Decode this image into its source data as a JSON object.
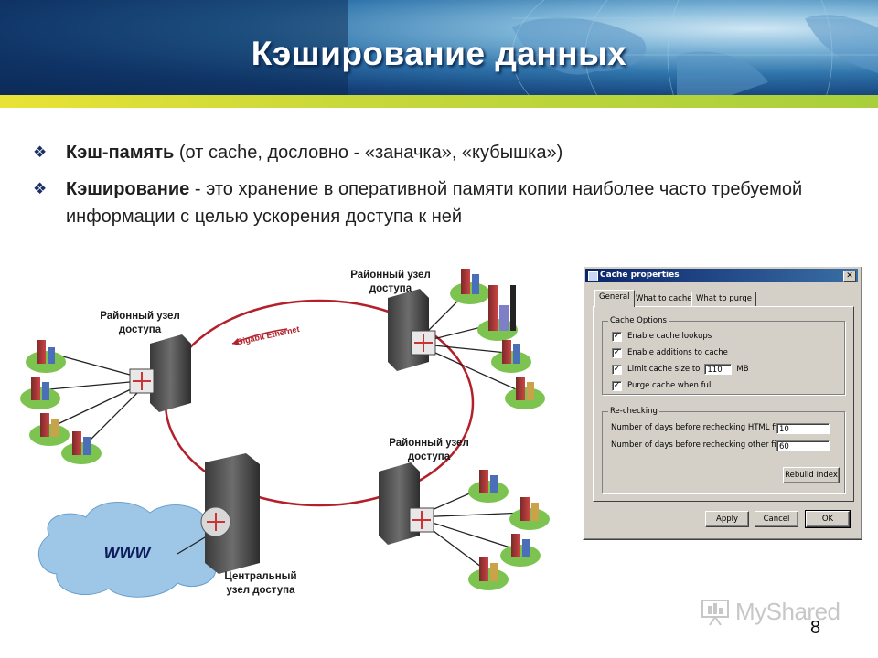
{
  "slide": {
    "title": "Кэширование данных",
    "page_number": "8",
    "watermark": "MyShared"
  },
  "bullets": [
    {
      "term": "Кэш-память",
      "text": " (от cache, дословно - «заначка», «кубышка»)"
    },
    {
      "term": "Кэширование",
      "text": " - это хранение в оперативной памяти копии наиболее часто требуемой информации с целью ускорения доступа к ней"
    }
  ],
  "diagram": {
    "node_left_line1": "Районный узел",
    "node_left_line2": "доступа",
    "node_topright_line1": "Районный узел",
    "node_topright_line2": "доступа",
    "node_bottomright_line1": "Районный узел",
    "node_bottomright_line2": "доступа",
    "central_line1": "Центральный",
    "central_line2": "узел доступа",
    "ring_label": "Gigabit Ethernet",
    "cloud_label": "WWW"
  },
  "dialog": {
    "title": "Cache properties",
    "tabs": [
      "General",
      "What to cache",
      "What to purge"
    ],
    "cache_options": {
      "group_label": "Cache Options",
      "enable_lookups": "Enable cache lookups",
      "enable_additions": "Enable additions to cache",
      "limit_size": "Limit cache size to",
      "limit_value": "110",
      "limit_unit": "MB",
      "purge_when_full": "Purge cache when full"
    },
    "rechecking": {
      "group_label": "Re-checking",
      "html_days_label": "Number of days before rechecking HTML files",
      "html_days_value": "10",
      "other_days_label": "Number of days before rechecking other files",
      "other_days_value": "60",
      "rebuild_button": "Rebuild Index"
    },
    "buttons": {
      "apply": "Apply",
      "cancel": "Cancel",
      "ok": "OK"
    }
  }
}
